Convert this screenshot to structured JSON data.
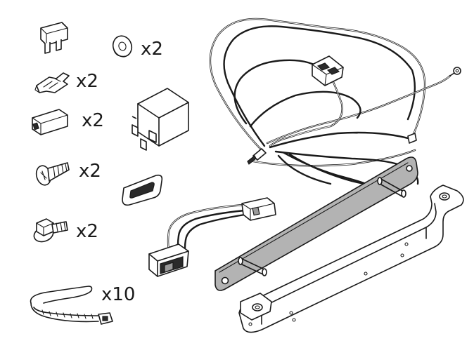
{
  "parts": [
    {
      "id": "fuse",
      "icon": "blade-fuse-icon",
      "qty": ""
    },
    {
      "id": "washer",
      "icon": "washer-icon",
      "qty": "x2"
    },
    {
      "id": "wire-tap",
      "icon": "wire-tap-connector-icon",
      "qty": "x2"
    },
    {
      "id": "terminal-cover",
      "icon": "terminal-cover-icon",
      "qty": "x2"
    },
    {
      "id": "relay",
      "icon": "relay-icon",
      "qty": ""
    },
    {
      "id": "screw",
      "icon": "screw-icon",
      "qty": "x2"
    },
    {
      "id": "grommet",
      "icon": "grommet-icon",
      "qty": ""
    },
    {
      "id": "flange-bolt",
      "icon": "flange-bolt-icon",
      "qty": "x2"
    },
    {
      "id": "cable-tie",
      "icon": "cable-tie-icon",
      "qty": "x10"
    },
    {
      "id": "wiring-harness",
      "icon": "wiring-harness-icon",
      "qty": ""
    },
    {
      "id": "switch",
      "icon": "rocker-switch-icon",
      "qty": ""
    },
    {
      "id": "mounting-bar",
      "icon": "mounting-bar-icon",
      "qty": ""
    },
    {
      "id": "mounting-bracket",
      "icon": "mounting-bracket-icon",
      "qty": ""
    }
  ]
}
